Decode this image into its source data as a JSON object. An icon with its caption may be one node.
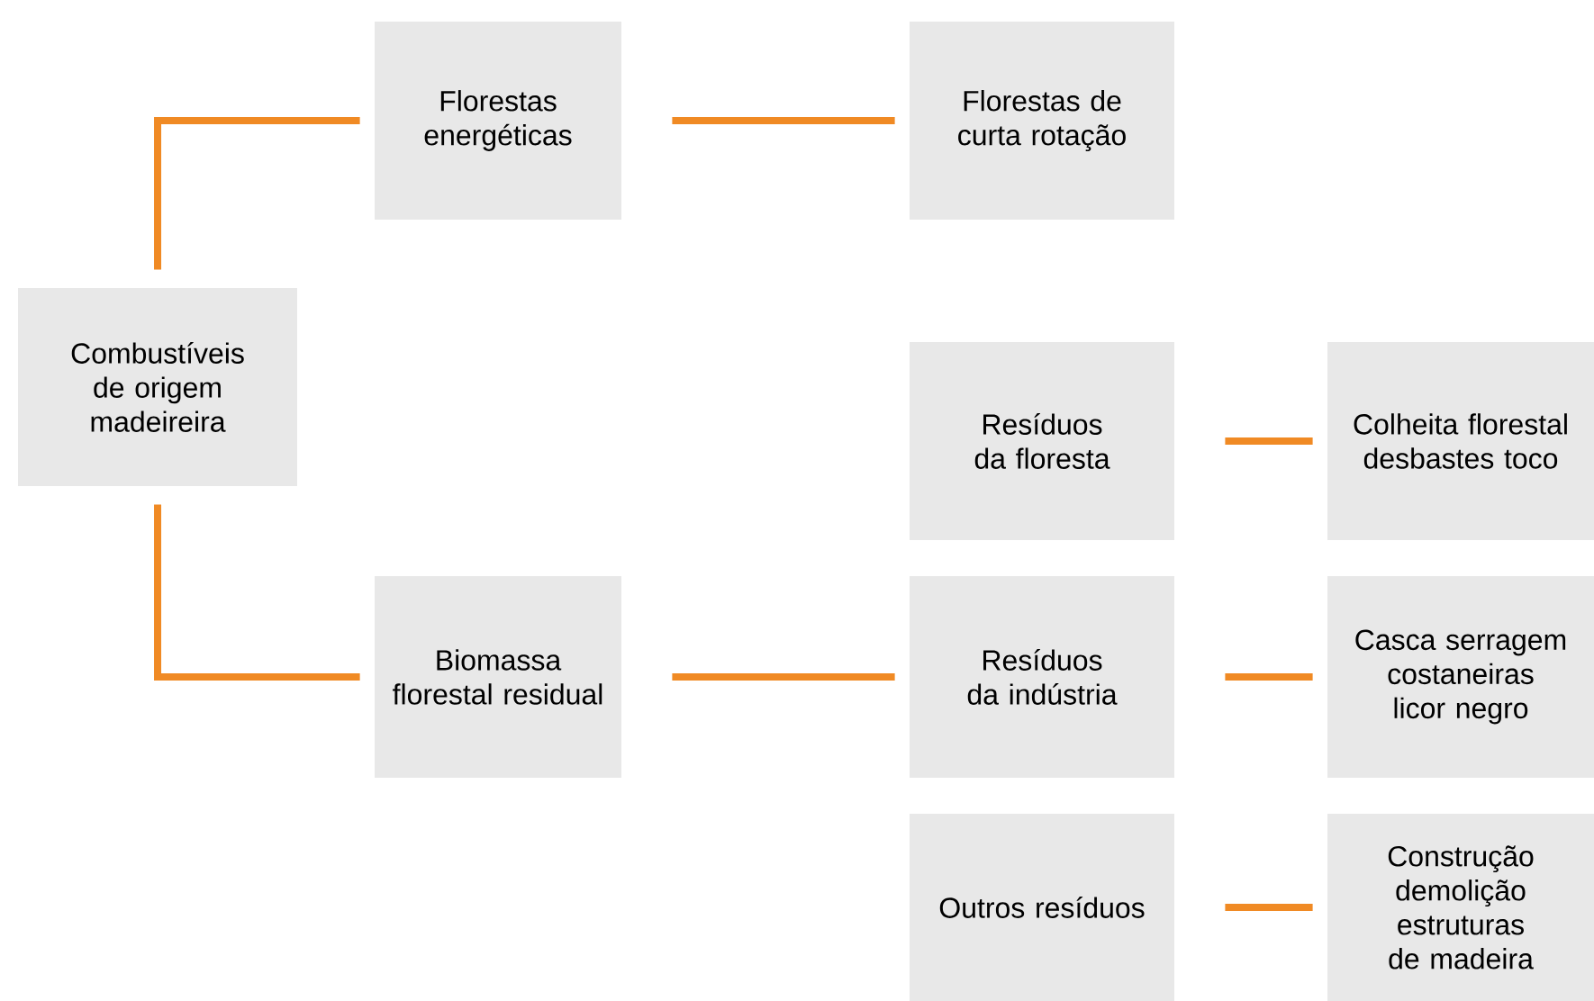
{
  "diagram": {
    "nodes": [
      {
        "text": [
          "Combustíveis de origem madeireira"
        ]
      },
      {
        "text": [
          "Florestas energéticas"
        ]
      },
      {
        "text": [
          "Florestas de curta rotação"
        ]
      },
      {
        "text": [
          "Resíduos da floresta"
        ]
      },
      {
        "text": [
          "Colheita florestal desbastes toco"
        ]
      },
      {
        "text": [
          "Biomassa florestal residual"
        ]
      },
      {
        "text": [
          "Resíduos da indústria"
        ]
      },
      {
        "text": [
          "Casca serragem costaneiras licor negro"
        ]
      },
      {
        "text": [
          "Outros resíduos"
        ]
      },
      {
        "text": [
          "Construção demolição estruturas de madeira"
        ]
      }
    ],
    "edges": [
      {
        "from": 0,
        "to": 1,
        "arrow": "none"
      },
      {
        "from": 1,
        "to": 2,
        "arrow": "none"
      },
      {
        "from": 0,
        "to": 5,
        "arrow": "none"
      },
      {
        "from": 5,
        "to": 6,
        "arrow": "none"
      },
      {
        "from": 3,
        "to": 4,
        "arrow": "none"
      },
      {
        "from": 6,
        "to": 7,
        "arrow": "none"
      },
      {
        "from": 8,
        "to": 9,
        "arrow": "none"
      }
    ]
  }
}
